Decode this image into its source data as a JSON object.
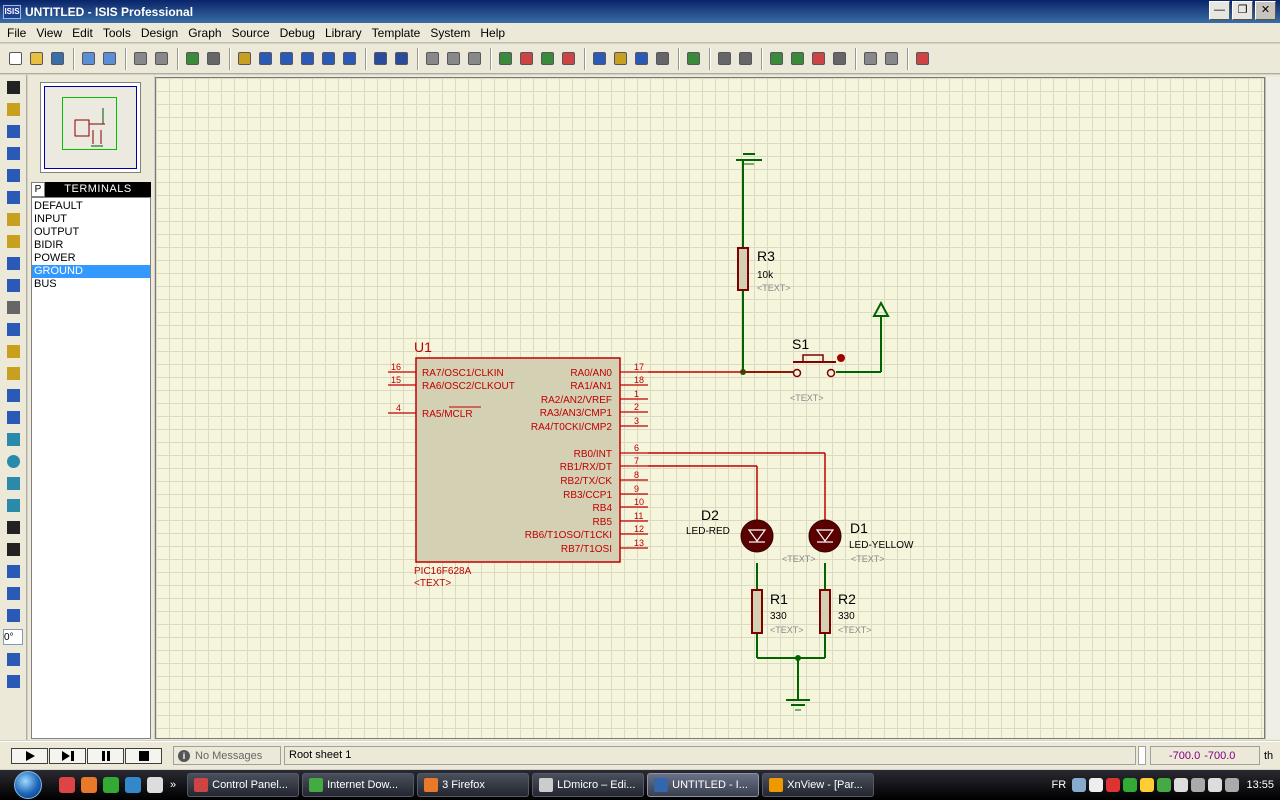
{
  "window": {
    "title": "UNTITLED - ISIS Professional",
    "app_icon_label": "ISIS"
  },
  "menu": [
    "File",
    "View",
    "Edit",
    "Tools",
    "Design",
    "Graph",
    "Source",
    "Debug",
    "Library",
    "Template",
    "System",
    "Help"
  ],
  "toolbar_icons": [
    "new-file-icon",
    "open-folder-icon",
    "save-icon",
    "import-icon",
    "export-icon",
    "print-icon",
    "print-area-icon",
    "redraw-icon",
    "grid-icon",
    "origin-icon",
    "pan-icon",
    "zoom-in-icon",
    "zoom-out-icon",
    "zoom-all-icon",
    "zoom-area-icon",
    "undo-icon",
    "redo-icon",
    "cut-icon",
    "copy-icon",
    "paste-icon",
    "block-copy-icon",
    "block-move-icon",
    "block-rotate-icon",
    "block-delete-icon",
    "pick-device-icon",
    "make-device-icon",
    "decompose-icon",
    "packaging-tool-icon",
    "wire-autorouter-icon",
    "search-tag-icon",
    "property-assignment-tool-icon",
    "new-sheet-icon",
    "add-sheet-icon",
    "remove-sheet-icon",
    "exit-to-parent-icon",
    "bill-of-materials-icon",
    "electrical-rules-check-icon",
    "netlist-to-ares-icon"
  ],
  "left_tools": [
    "selection-mode-icon",
    "component-mode-icon",
    "junction-dot-icon",
    "wire-label-icon",
    "text-script-icon",
    "bus-icon",
    "subcircuit-icon",
    "terminals-mode-icon",
    "device-pins-icon",
    "graph-mode-icon",
    "tape-recorder-icon",
    "generator-icon",
    "voltage-probe-icon",
    "current-probe-icon",
    "virtual-instruments-icon",
    "line-tool-icon",
    "box-tool-icon",
    "circle-tool-icon",
    "arc-tool-icon",
    "closed-path-icon",
    "text-tool-icon",
    "symbol-tool-icon",
    "marker-tool-icon",
    "rotate-clockwise-icon",
    "rotate-anticlockwise-icon",
    "flip-horizontal-icon",
    "flip-vertical-icon"
  ],
  "rotation_value": "0°",
  "terminals": {
    "selector": "P",
    "header": "TERMINALS",
    "items": [
      "DEFAULT",
      "INPUT",
      "OUTPUT",
      "BIDIR",
      "POWER",
      "GROUND",
      "BUS"
    ],
    "selected": "GROUND"
  },
  "schematic": {
    "u1": {
      "ref": "U1",
      "part": "PIC16F628A",
      "text": "<TEXT>",
      "left_pins": [
        {
          "num": "16",
          "name": "RA7/OSC1/CLKIN"
        },
        {
          "num": "15",
          "name": "RA6/OSC2/CLKOUT"
        },
        {
          "num": "4",
          "name": "RA5/MCLR"
        }
      ],
      "right_pins": [
        {
          "num": "17",
          "name": "RA0/AN0"
        },
        {
          "num": "18",
          "name": "RA1/AN1"
        },
        {
          "num": "1",
          "name": "RA2/AN2/VREF"
        },
        {
          "num": "2",
          "name": "RA3/AN3/CMP1"
        },
        {
          "num": "3",
          "name": "RA4/T0CKI/CMP2"
        },
        {
          "num": "6",
          "name": "RB0/INT"
        },
        {
          "num": "7",
          "name": "RB1/RX/DT"
        },
        {
          "num": "8",
          "name": "RB2/TX/CK"
        },
        {
          "num": "9",
          "name": "RB3/CCP1"
        },
        {
          "num": "10",
          "name": "RB4"
        },
        {
          "num": "11",
          "name": "RB5"
        },
        {
          "num": "12",
          "name": "RB6/T1OSO/T1CKI"
        },
        {
          "num": "13",
          "name": "RB7/T1OSI"
        }
      ]
    },
    "r3": {
      "ref": "R3",
      "value": "10k",
      "text": "<TEXT>"
    },
    "s1": {
      "ref": "S1",
      "text": "<TEXT>"
    },
    "d2": {
      "ref": "D2",
      "value": "LED-RED",
      "text": "<TEXT>"
    },
    "d1": {
      "ref": "D1",
      "value": "LED-YELLOW",
      "text": "<TEXT>"
    },
    "r1": {
      "ref": "R1",
      "value": "330",
      "text": "<TEXT>"
    },
    "r2": {
      "ref": "R2",
      "value": "330",
      "text": "<TEXT>"
    }
  },
  "status": {
    "messages": "No Messages",
    "info_glyph": "i",
    "sheet": "Root sheet 1",
    "coord_x": "-700.0",
    "coord_y": "-700.0",
    "units": "th"
  },
  "taskbar": {
    "quicklaunch": [
      "sabi-icon",
      "firefox-icon",
      "chrome-icon",
      "browser-icon",
      "desktop-icon"
    ],
    "quicklaunch_more": "»",
    "tasks": [
      {
        "label": "Control Panel...",
        "icon": "control-panel-icon",
        "color": "#c44"
      },
      {
        "label": "Internet Dow...",
        "icon": "download-manager-icon",
        "color": "#4a4"
      },
      {
        "label": "3 Firefox",
        "icon": "firefox-icon",
        "color": "#e8782a"
      },
      {
        "label": "LDmicro – Edi...",
        "icon": "ldmicro-icon",
        "color": "#ccc"
      },
      {
        "label": "UNTITLED - I...",
        "icon": "isis-icon",
        "color": "#36a"
      },
      {
        "label": "XnView - [Par...",
        "icon": "xnview-icon",
        "color": "#e90"
      }
    ],
    "lang": "FR",
    "clock": "13:55",
    "tray_colors": [
      "#8ac",
      "#eee",
      "#d33",
      "#3a3",
      "#fc3",
      "#4a4",
      "#ddd",
      "#aaa",
      "#ddd",
      "#aaa"
    ]
  },
  "colors": {
    "component": "#c00000",
    "wire": "#006400",
    "resistor": "#800000",
    "canvas": "#f5f5dc",
    "label_gray": "#888888"
  }
}
